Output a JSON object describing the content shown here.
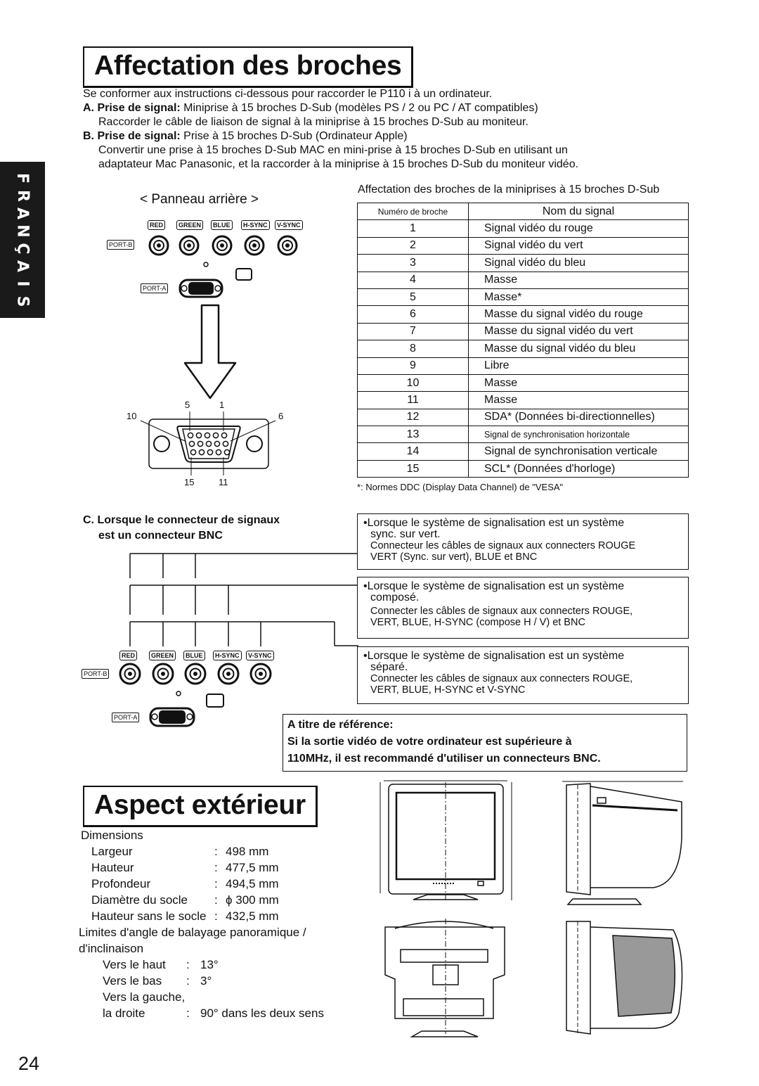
{
  "side_tab": {
    "letters": [
      "F",
      "R",
      "A",
      "N",
      "Ç",
      "A",
      "I",
      "S"
    ]
  },
  "section1": {
    "title": "Affectation des broches",
    "intro": "Se conformer aux instructions ci-dessous pour raccorder le P110 i à un ordinateur.",
    "a_label": "A. Prise de signal:",
    "a_text": " Miniprise à 15 broches D-Sub (modèles PS / 2 ou PC / AT compatibles)",
    "a_text2": "Raccorder le câble de liaison de signal à la miniprise à 15 broches D-Sub au moniteur.",
    "b_label": "B. Prise de signal:",
    "b_text": " Prise à 15  broches D-Sub (Ordinateur Apple)",
    "b_text2": "Convertir une prise à 15 broches D-Sub MAC en mini-prise à 15 broches D-Sub en utilisant un",
    "b_text3": "adaptateur Mac Panasonic, et la raccorder à la miniprise à 15 broches D-Sub du moniteur vidéo."
  },
  "panel": {
    "title": "< Panneau arrière >",
    "connectors": [
      "RED",
      "GREEN",
      "BLUE",
      "H-SYNC",
      "V-SYNC"
    ],
    "port_b": "PORT-B",
    "port_a": "PORT-A",
    "pin_top_left": "5",
    "pin_top_right": "1",
    "pin_left": "10",
    "pin_right": "6",
    "pin_bottom_left": "15",
    "pin_bottom_right": "11"
  },
  "table": {
    "caption": "Affectation des broches de la miniprises à 15 broches D-Sub",
    "col1": "Numéro de broche",
    "col2": "Nom du signal",
    "rows": [
      {
        "n": "1",
        "s": "Signal vidéo du rouge"
      },
      {
        "n": "2",
        "s": "Signal vidéo du vert"
      },
      {
        "n": "3",
        "s": "Signal vidéo du bleu"
      },
      {
        "n": "4",
        "s": "Masse"
      },
      {
        "n": "5",
        "s": "Masse*"
      },
      {
        "n": "6",
        "s": "Masse du signal vidéo du rouge"
      },
      {
        "n": "7",
        "s": "Masse du signal vidéo du vert"
      },
      {
        "n": "8",
        "s": "Masse du signal vidéo du bleu"
      },
      {
        "n": "9",
        "s": "Libre"
      },
      {
        "n": "10",
        "s": "Masse"
      },
      {
        "n": "11",
        "s": "Masse"
      },
      {
        "n": "12",
        "s": "SDA* (Données bi-directionnelles)"
      },
      {
        "n": "13",
        "s": "Signal de synchronisation horizontale"
      },
      {
        "n": "14",
        "s": "Signal de synchronisation verticale"
      },
      {
        "n": "15",
        "s": "SCL* (Données d'horloge)"
      }
    ],
    "footnote": "*: Normes DDC (Display Data Channel) de \"VESA\""
  },
  "bnc": {
    "title_line1": "C. Lorsque le connecteur de signaux",
    "title_line2": "est un connecteur BNC",
    "box1": {
      "h1": "•Lorsque le système de signalisation est un système",
      "h2": "sync. sur vert.",
      "s1": "Connecteur les câbles de signaux aux connecters ROUGE",
      "s2": "VERT (Sync. sur vert), BLUE et BNC"
    },
    "box2": {
      "h1": "•Lorsque le système de signalisation est un système",
      "h2": "composé.",
      "s1": "Connecter les câbles de signaux aux connecters ROUGE,",
      "s2": "VERT, BLUE, H-SYNC (compose H / V) et BNC"
    },
    "box3": {
      "h1": "•Lorsque le système de signalisation est un système",
      "h2": "séparé.",
      "s1": "Connecter les câbles de signaux aux connecters ROUGE,",
      "s2": "VERT, BLUE, H-SYNC et V-SYNC"
    }
  },
  "reference": {
    "title": "A titre de référence:",
    "line1": "Si la sortie vidéo de votre ordinateur est supérieure à",
    "line2": "110MHz, il est recommandé d'utiliser un connecteurs BNC."
  },
  "section2": {
    "title": "Aspect extérieur",
    "dimensions_label": "Dimensions",
    "dims": [
      {
        "k": "Largeur",
        "sep": ":",
        "v": "498 mm"
      },
      {
        "k": "Hauteur",
        "sep": ":",
        "v": "477,5 mm"
      },
      {
        "k": "Profondeur",
        "sep": ":",
        "v": "494,5 mm"
      },
      {
        "k": "Diamètre du socle",
        "sep": ":",
        "v": "ϕ 300 mm"
      },
      {
        "k": "Hauteur sans le socle",
        "sep": ":",
        "v": "432,5 mm"
      }
    ],
    "angle_label1": "Limites d'angle de balayage panoramique /",
    "angle_label2": "d'inclinaison",
    "angles": [
      {
        "k": "Vers le haut",
        "sep": ":",
        "v": "13°"
      },
      {
        "k": "Vers le bas",
        "sep": ":",
        "v": "3°"
      },
      {
        "k": "Vers la gauche,",
        "sep": "",
        "v": ""
      },
      {
        "k": "la droite",
        "sep": ":",
        "v": "90° dans les deux sens"
      }
    ]
  },
  "page_number": "24"
}
